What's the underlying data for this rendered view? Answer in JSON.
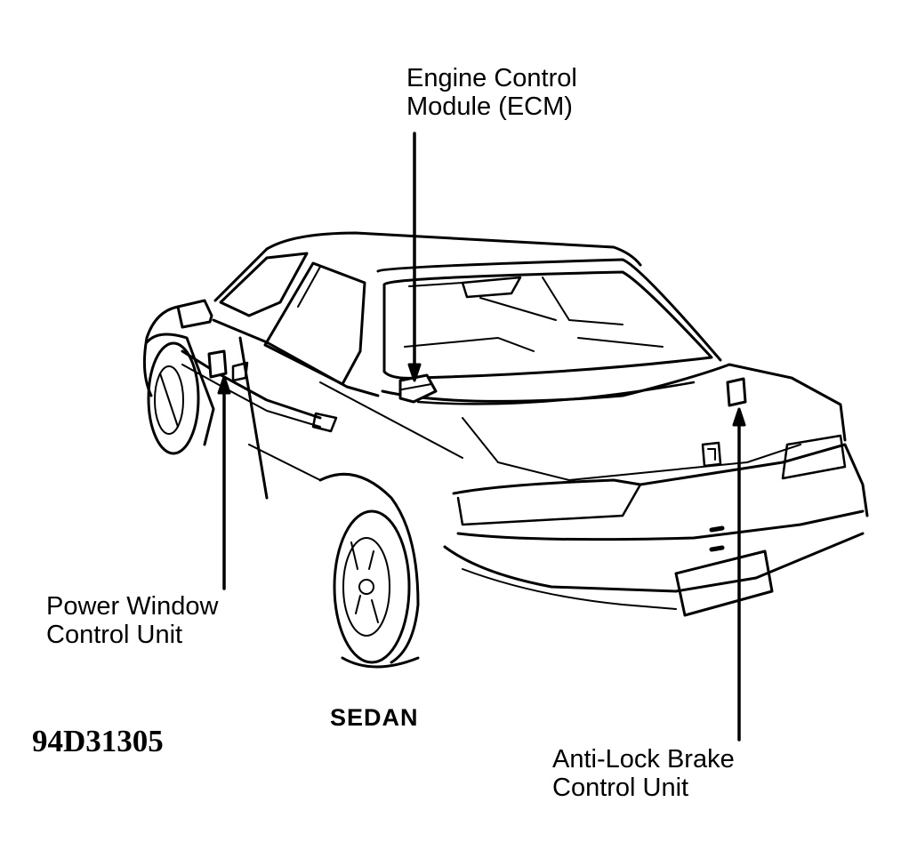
{
  "labels": {
    "ecm": [
      "Engine Control",
      "Module (ECM)"
    ],
    "power_window": [
      "Power Window",
      "Control Unit"
    ],
    "abs": [
      "Anti-Lock Brake",
      "Control Unit"
    ],
    "model": "SEDAN",
    "figure_code": "94D31305"
  },
  "colors": {
    "ink": "#000000",
    "paper": "#ffffff"
  }
}
